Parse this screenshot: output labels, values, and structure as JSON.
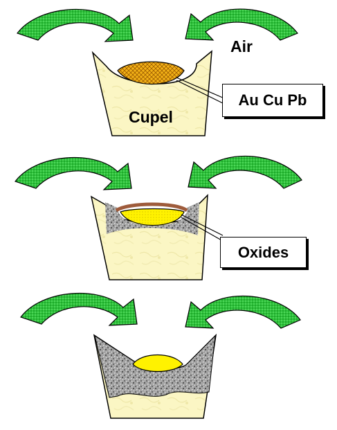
{
  "labels": {
    "air": "Air",
    "cupel": "Cupel",
    "metals": "Au Cu Pb",
    "oxides": "Oxides"
  },
  "colors": {
    "arrow": "#22bb2a",
    "cupel_body": "#fbf6c4",
    "metal_melt": "#f3b217",
    "gold_bead": "#fff200",
    "oxide_layer": "#9e5b3b",
    "absorbed_oxide": "#8f8f8f"
  },
  "icons": [
    "curved-arrow",
    "cupel",
    "metal-bead",
    "oxide-film"
  ]
}
